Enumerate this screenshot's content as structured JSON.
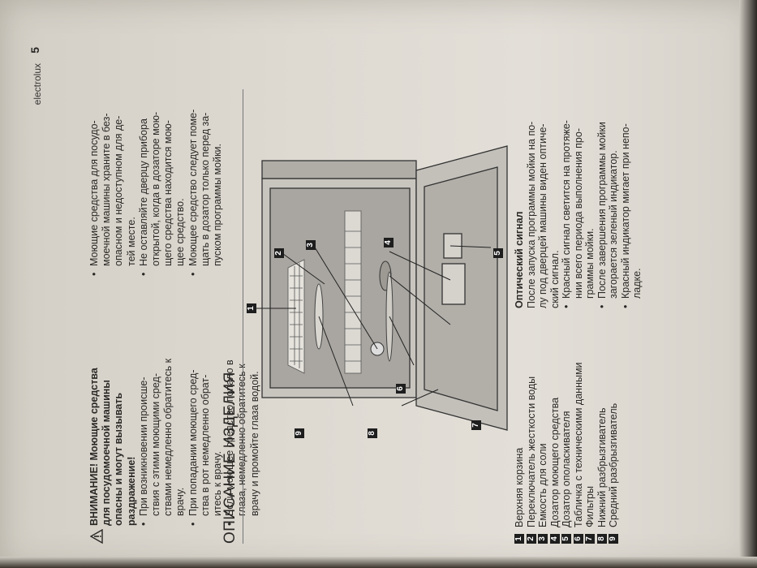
{
  "header": {
    "brand": "electrolux",
    "page_number": "5"
  },
  "warning": {
    "title": "ВНИМАНИЕ! Моющие средства\nдля посудомоечной машины\nопасны и могут вызывать\nраздражение!",
    "bullets": [
      "При возникновении происше-\nствия с этими моющими сред-\nствами немедленно обратитесь к\nврачу.",
      "При попадании моющего сред-\nства в рот немедленно обрат-\nитесь к врачу.",
      "Если моющее средство попало в\nглаза, немедленно обратитесь к\nврачу и промойте глаза водой."
    ]
  },
  "right_col_bullets": [
    "Моющие средства для посудо-\nмоечной машины храните в без-\nопасном и недоступном для де-\nтей месте.",
    "Не оставляйте дверцу прибора\nоткрытой, когда в дозаторе мою-\nщего средства находится мою-\nщее средство.",
    "Моющее средство следует поме-\nщать в дозатор только перед за-\nпуском программы мойки."
  ],
  "section_title": "Описание изделия",
  "legend": [
    {
      "num": "1",
      "label": "Верхняя корзина"
    },
    {
      "num": "2",
      "label": "Переключатель жесткости воды"
    },
    {
      "num": "3",
      "label": "Емкость для соли"
    },
    {
      "num": "4",
      "label": "Дозатор моющего средства"
    },
    {
      "num": "5",
      "label": "Дозатор ополаскивателя"
    },
    {
      "num": "6",
      "label": "Табличка с техническими данными"
    },
    {
      "num": "7",
      "label": "Фильтры"
    },
    {
      "num": "8",
      "label": "Нижний разбрызгиватель"
    },
    {
      "num": "9",
      "label": "Средний разбрызгиватель"
    }
  ],
  "optical": {
    "title": "Оптический сигнал",
    "intro": "После запуска программы мойки на по-\nлу под дверцей машины виден оптиче-\nский сигнал.",
    "bullets": [
      "Красный сигнал светится на протяже-\nнии всего периода выполнения про-\nграммы мойки.",
      "После завершения программы мойки\nзагорается зеленый индикатор.",
      "Красный индикатор мигает при непо-\nладке."
    ]
  },
  "diagram_labels": [
    "1",
    "2",
    "3",
    "4",
    "5",
    "6",
    "7",
    "8",
    "9"
  ]
}
